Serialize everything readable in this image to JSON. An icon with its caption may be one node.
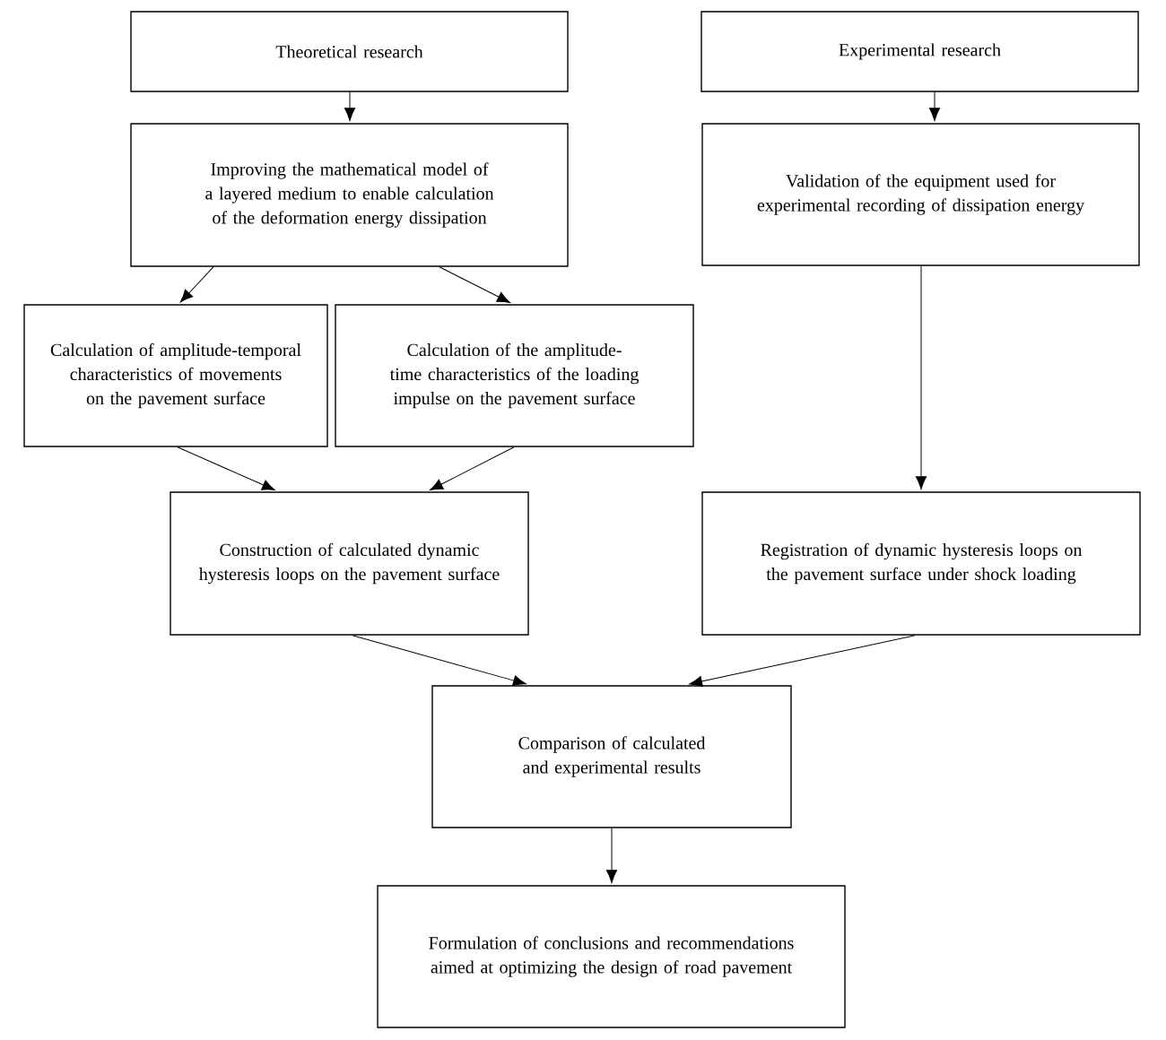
{
  "diagram": {
    "nodes": [
      {
        "text": [
          "Theoretical research"
        ]
      },
      {
        "text": [
          "Experimental research"
        ]
      },
      {
        "text": [
          "Improving the mathematical model of a layered medium to enable calculation of the deformation energy dissipation"
        ]
      },
      {
        "text": [
          "Validation of the equipment used for experimental recording of dissipation energy"
        ]
      },
      {
        "text": [
          "Calculation of amplitude-temporal characteristics of movements on the pavement surface"
        ]
      },
      {
        "text": [
          "Calculation of the amplitude-time characteristics of the loading impulse on the pavement surface"
        ]
      },
      {
        "text": [
          "Construction of calculated dynamic hysteresis loops on the pavement surface"
        ]
      },
      {
        "text": [
          "Registration of dynamic hysteresis loops on the pavement surface under shock loading"
        ]
      },
      {
        "text": [
          "Comparison of calculated and experimental results"
        ]
      },
      {
        "text": [
          "Formulation of conclusions and recommendations aimed at optimizing the design of road pavement"
        ]
      }
    ],
    "edges": [
      {
        "from": 0,
        "to": 2,
        "arrow": "to"
      },
      {
        "from": 1,
        "to": 3,
        "arrow": "to"
      },
      {
        "from": 2,
        "to": 4,
        "arrow": "to"
      },
      {
        "from": 2,
        "to": 5,
        "arrow": "to"
      },
      {
        "from": 4,
        "to": 6,
        "arrow": "to"
      },
      {
        "from": 5,
        "to": 6,
        "arrow": "to"
      },
      {
        "from": 3,
        "to": 7,
        "arrow": "to"
      },
      {
        "from": 6,
        "to": 8,
        "arrow": "to"
      },
      {
        "from": 7,
        "to": 8,
        "arrow": "to"
      },
      {
        "from": 8,
        "to": 9,
        "arrow": "to"
      }
    ]
  }
}
